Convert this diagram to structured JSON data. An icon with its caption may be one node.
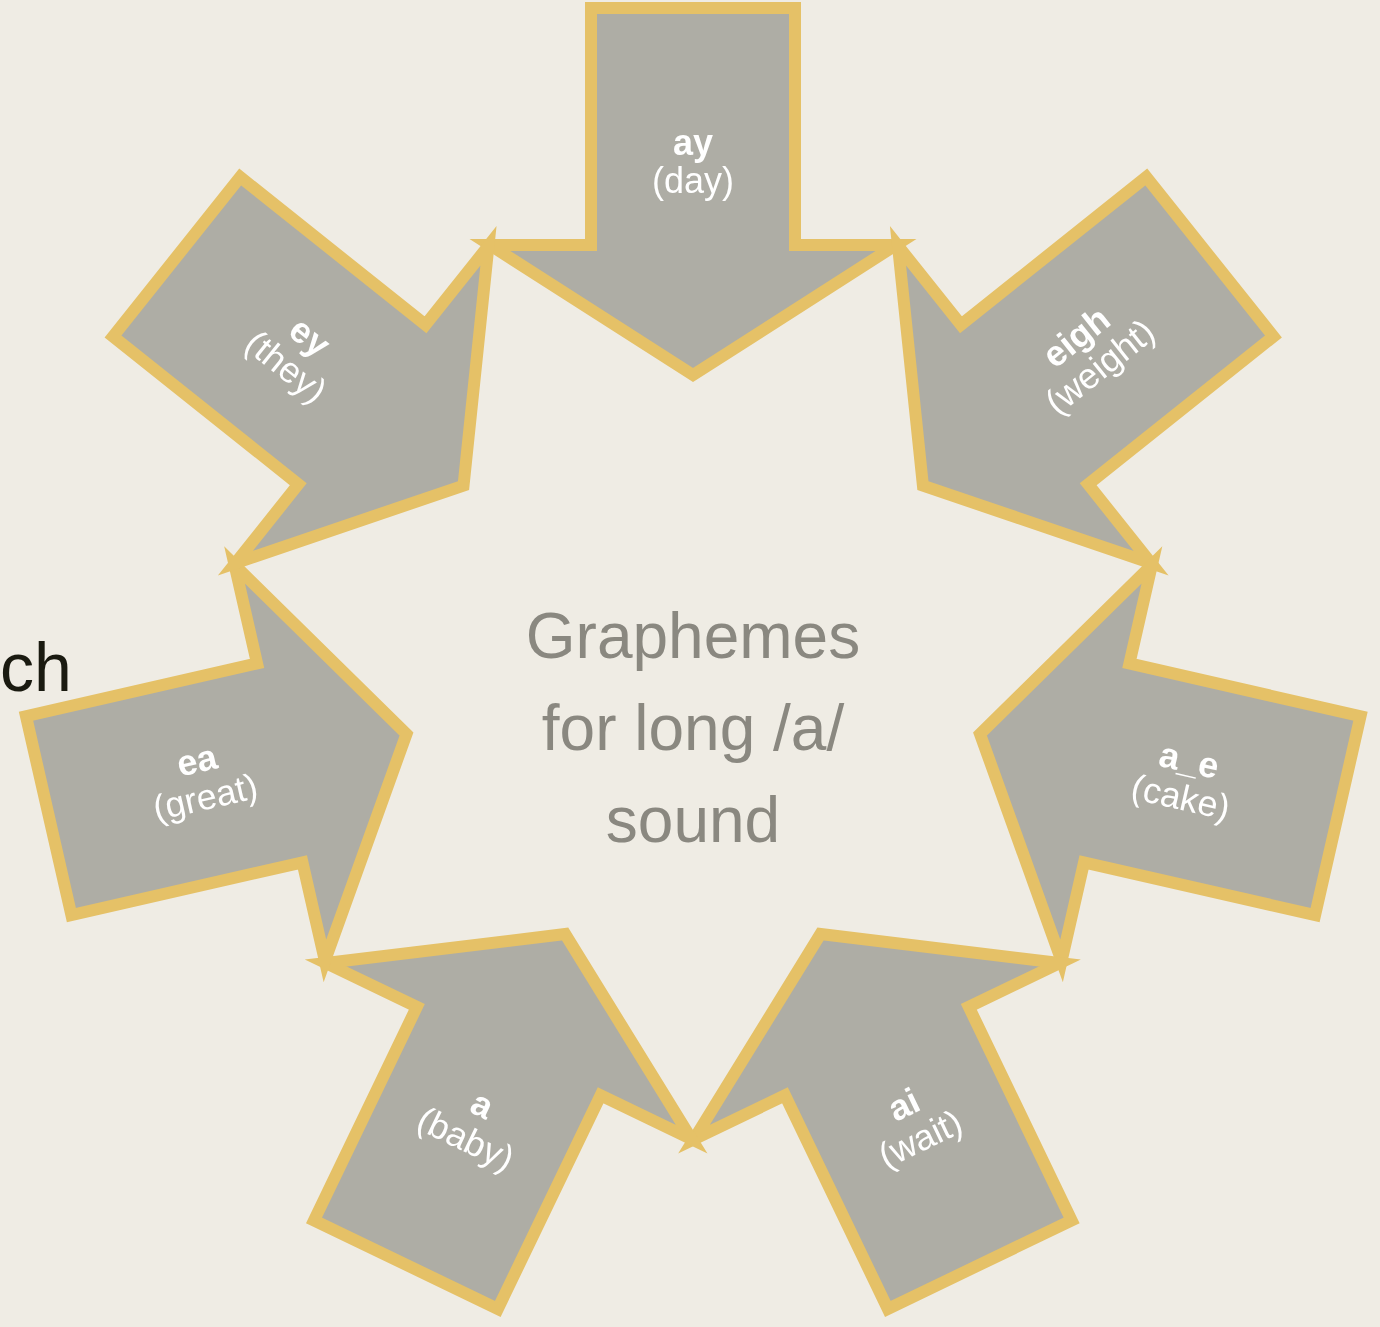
{
  "diagram": {
    "nodes": [
      {
        "text": [
          "ay",
          "(day)"
        ]
      },
      {
        "text": [
          "eigh",
          "(weight)"
        ]
      },
      {
        "text": [
          "a_e",
          "(cake)"
        ]
      },
      {
        "text": [
          "ai",
          "(wait)"
        ]
      },
      {
        "text": [
          "a",
          "(baby)"
        ]
      },
      {
        "text": [
          "ea",
          "(great)"
        ]
      },
      {
        "text": [
          "ey",
          "(they)"
        ]
      },
      {
        "text": [
          "Graphemes for long /a/ sound"
        ]
      }
    ],
    "labels": [
      "ch"
    ]
  }
}
